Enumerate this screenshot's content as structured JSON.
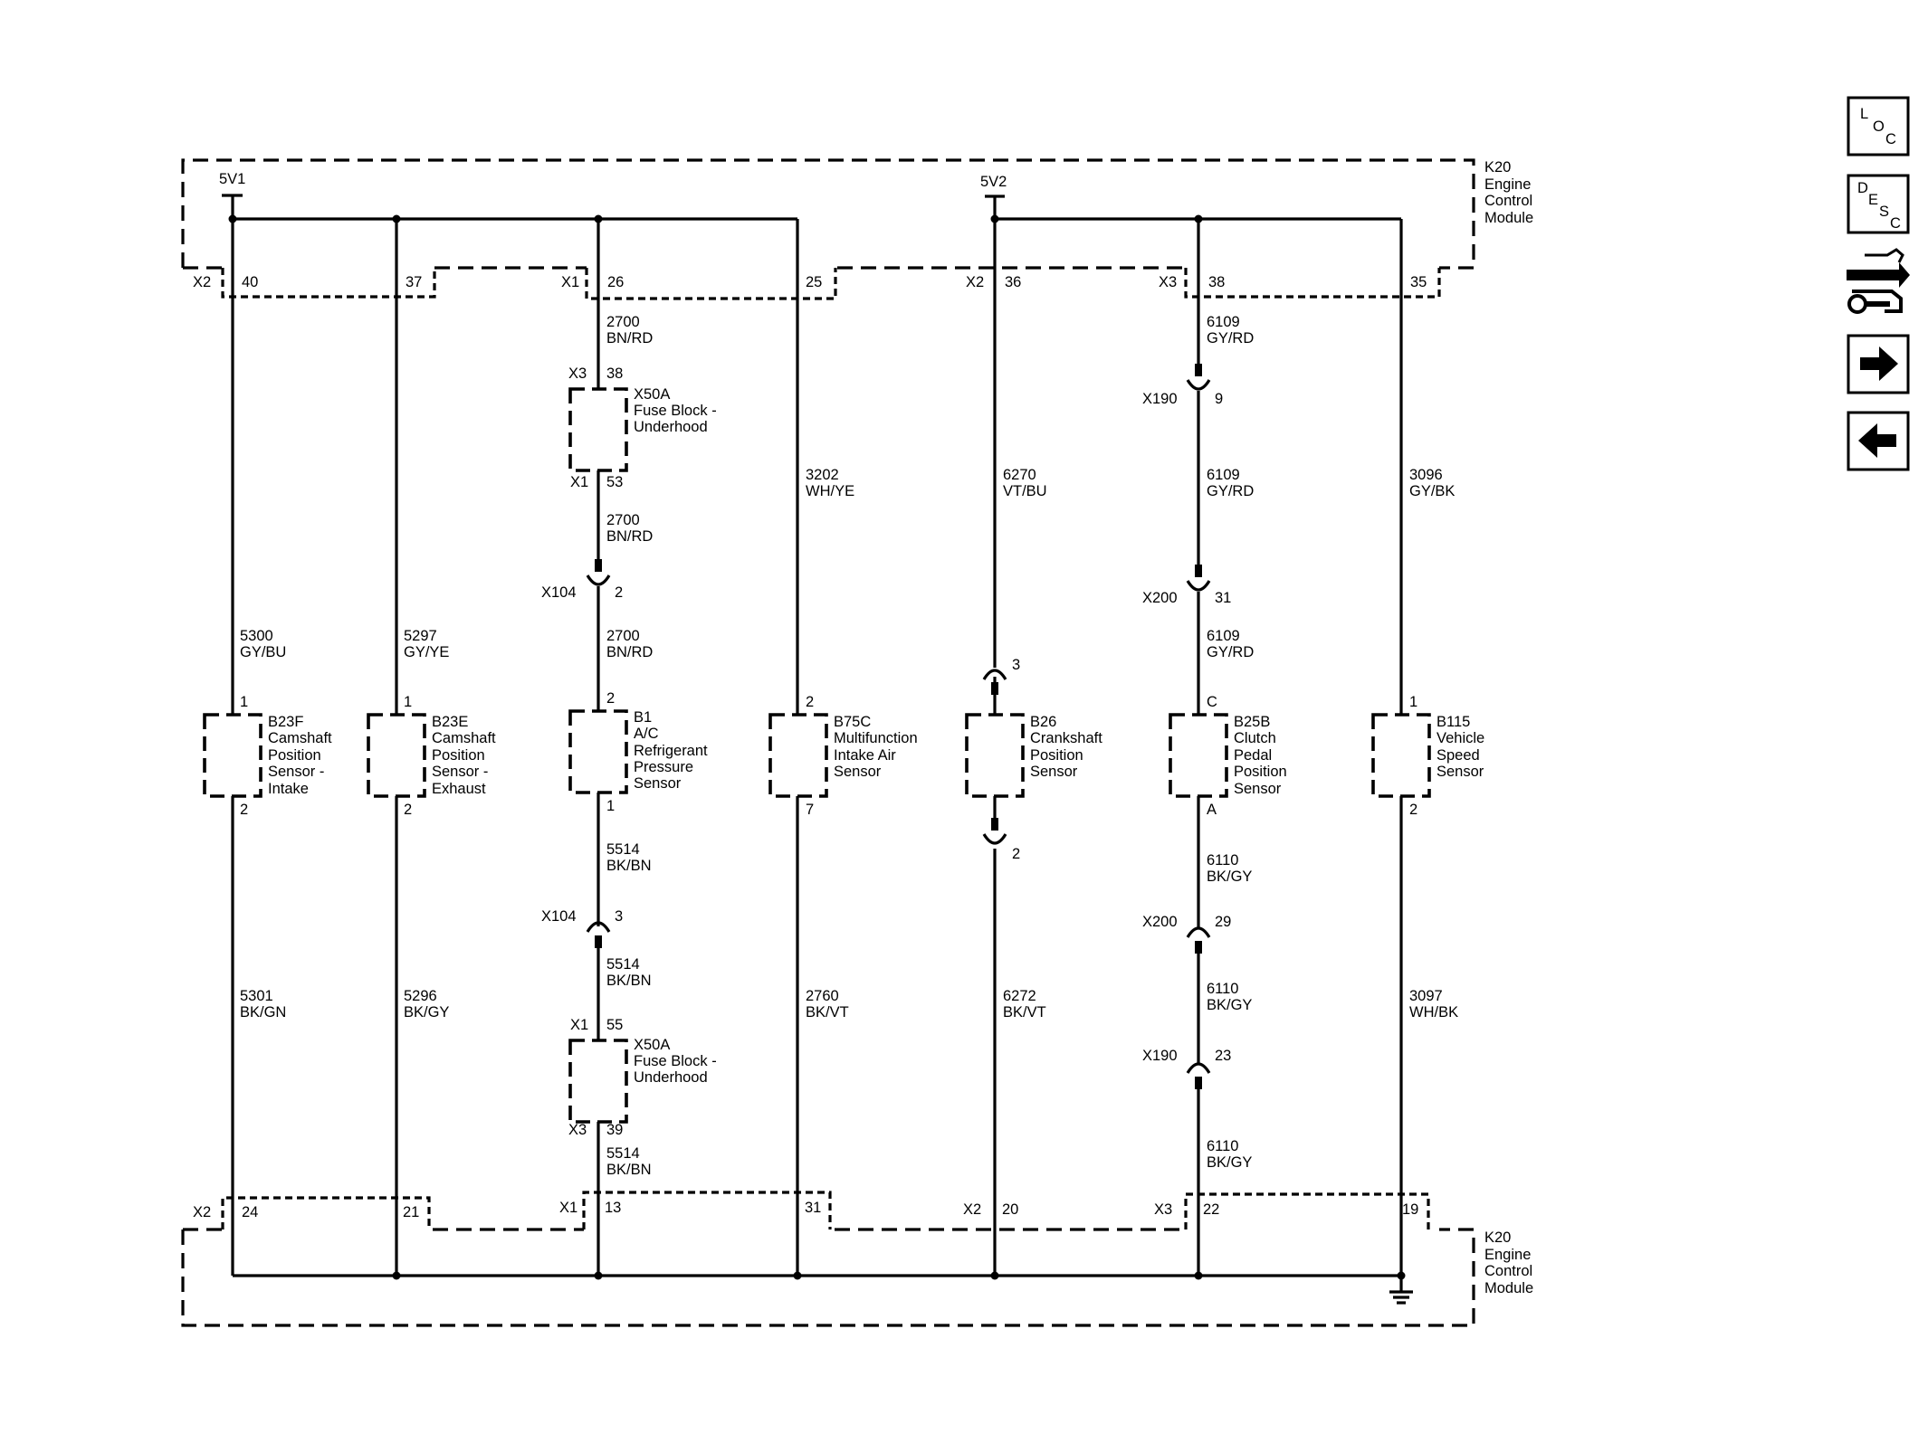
{
  "module_top": {
    "id": "K20",
    "label": [
      "Engine",
      "Control",
      "Module"
    ]
  },
  "module_bottom": {
    "id": "K20",
    "label": [
      "Engine",
      "Control",
      "Module"
    ]
  },
  "power_feeds": [
    "5V1",
    "5V2"
  ],
  "top_connectors": {
    "x2": {
      "name": "X2",
      "pins": [
        "40",
        "37"
      ]
    },
    "x1": {
      "name": "X1",
      "pins": [
        "26",
        "25"
      ]
    },
    "x2b": {
      "name": "X2",
      "pins": [
        "36"
      ]
    },
    "x3": {
      "name": "X3",
      "pins": [
        "38",
        "35"
      ]
    }
  },
  "bottom_connectors": {
    "x2": {
      "name": "X2",
      "pins": [
        "24",
        "21"
      ]
    },
    "x1": {
      "name": "X1",
      "pins": [
        "13",
        "31"
      ]
    },
    "x2b": {
      "name": "X2",
      "pins": [
        "20"
      ]
    },
    "x3": {
      "name": "X3",
      "pins": [
        "22",
        "19"
      ]
    }
  },
  "circuits": {
    "c5300": {
      "num": "5300",
      "color": "GY/BU"
    },
    "c5301": {
      "num": "5301",
      "color": "BK/GN"
    },
    "c5297": {
      "num": "5297",
      "color": "GY/YE"
    },
    "c5296": {
      "num": "5296",
      "color": "BK/GY"
    },
    "c2700a": {
      "num": "2700",
      "color": "BN/RD"
    },
    "c2700b": {
      "num": "2700",
      "color": "BN/RD"
    },
    "c2700c": {
      "num": "2700",
      "color": "BN/RD"
    },
    "c5514a": {
      "num": "5514",
      "color": "BK/BN"
    },
    "c5514b": {
      "num": "5514",
      "color": "BK/BN"
    },
    "c5514c": {
      "num": "5514",
      "color": "BK/BN"
    },
    "c3202": {
      "num": "3202",
      "color": "WH/YE"
    },
    "c2760": {
      "num": "2760",
      "color": "BK/VT"
    },
    "c6270": {
      "num": "6270",
      "color": "VT/BU"
    },
    "c6272": {
      "num": "6272",
      "color": "BK/VT"
    },
    "c6109a": {
      "num": "6109",
      "color": "GY/RD"
    },
    "c6109b": {
      "num": "6109",
      "color": "GY/RD"
    },
    "c6109c": {
      "num": "6109",
      "color": "GY/RD"
    },
    "c6110a": {
      "num": "6110",
      "color": "BK/GY"
    },
    "c6110b": {
      "num": "6110",
      "color": "BK/GY"
    },
    "c6110c": {
      "num": "6110",
      "color": "BK/GY"
    },
    "c3096": {
      "num": "3096",
      "color": "GY/BK"
    },
    "c3097": {
      "num": "3097",
      "color": "WH/BK"
    }
  },
  "fuse_blocks": {
    "top": {
      "conn_in": "X3",
      "pin_in": "38",
      "conn_out": "X1",
      "pin_out": "53",
      "label": [
        "X50A",
        "Fuse Block -",
        "Underhood"
      ]
    },
    "bottom": {
      "conn_in": "X1",
      "pin_in": "55",
      "conn_out": "X3",
      "pin_out": "39",
      "label": [
        "X50A",
        "Fuse Block -",
        "Underhood"
      ]
    }
  },
  "inline_connectors": {
    "x104a": {
      "name": "X104",
      "pin": "2"
    },
    "x104b": {
      "name": "X104",
      "pin": "3"
    },
    "b26top": {
      "pin": "3"
    },
    "b26bot": {
      "pin": "2"
    },
    "x190a": {
      "name": "X190",
      "pin": "9"
    },
    "x200a": {
      "name": "X200",
      "pin": "31"
    },
    "x200b": {
      "name": "X200",
      "pin": "29"
    },
    "x190b": {
      "name": "X190",
      "pin": "23"
    }
  },
  "components": {
    "b23f": {
      "pin_top": "1",
      "pin_bot": "2",
      "label": [
        "B23F",
        "Camshaft",
        "Position",
        "Sensor -",
        "Intake"
      ]
    },
    "b23e": {
      "pin_top": "1",
      "pin_bot": "2",
      "label": [
        "B23E",
        "Camshaft",
        "Position",
        "Sensor -",
        "Exhaust"
      ]
    },
    "b1": {
      "pin_top": "2",
      "pin_bot": "1",
      "label": [
        "B1",
        "A/C",
        "Refrigerant",
        "Pressure",
        "Sensor"
      ]
    },
    "b75c": {
      "pin_top": "2",
      "pin_bot": "7",
      "label": [
        "B75C",
        "Multifunction",
        "Intake Air",
        "Sensor"
      ]
    },
    "b26": {
      "label": [
        "B26",
        "Crankshaft",
        "Position",
        "Sensor"
      ]
    },
    "b25b": {
      "pin_top": "C",
      "pin_bot": "A",
      "label": [
        "B25B",
        "Clutch",
        "Pedal",
        "Position",
        "Sensor"
      ]
    },
    "b115": {
      "pin_top": "1",
      "pin_bot": "2",
      "label": [
        "B115",
        "Vehicle",
        "Speed",
        "Sensor"
      ]
    }
  },
  "nav": {
    "loc": {
      "letters": [
        "L",
        "O",
        "C"
      ],
      "icon": "loc-icon"
    },
    "desc": {
      "letters": [
        "D",
        "E",
        "S",
        "C"
      ],
      "icon": "desc-icon"
    },
    "service": {
      "icon": "connector-wrench-icon"
    },
    "next": {
      "icon": "arrow-right-icon"
    },
    "prev": {
      "icon": "arrow-left-icon"
    }
  }
}
